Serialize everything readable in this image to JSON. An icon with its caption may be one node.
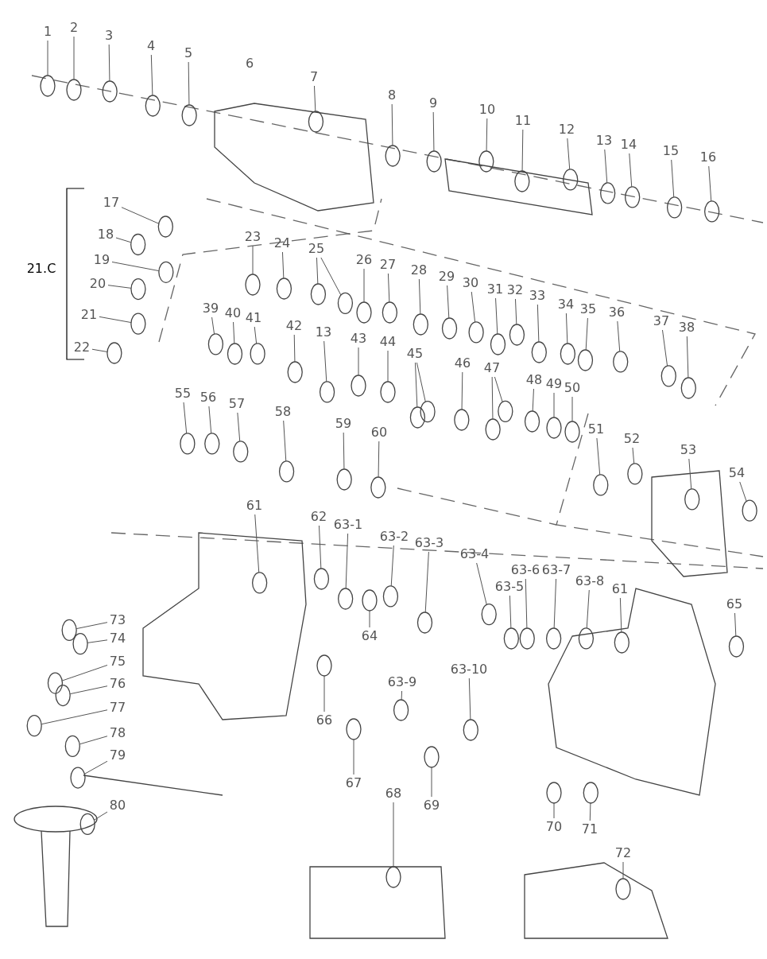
{
  "diagram": {
    "nodes": [
      {
        "text": [
          "1"
        ]
      },
      {
        "text": [
          "2"
        ]
      },
      {
        "text": [
          "3"
        ]
      },
      {
        "text": [
          "4"
        ]
      },
      {
        "text": [
          "5"
        ]
      },
      {
        "text": [
          "7"
        ]
      },
      {
        "text": [
          "8"
        ]
      },
      {
        "text": [
          "9"
        ]
      },
      {
        "text": [
          "10"
        ]
      },
      {
        "text": [
          "11"
        ]
      },
      {
        "text": [
          "12"
        ]
      },
      {
        "text": [
          "13"
        ]
      },
      {
        "text": [
          "14"
        ]
      },
      {
        "text": [
          "15"
        ]
      },
      {
        "text": [
          "16"
        ]
      },
      {
        "text": [
          "17"
        ]
      },
      {
        "text": [
          "18"
        ]
      },
      {
        "text": [
          "19"
        ]
      },
      {
        "text": [
          "20"
        ]
      },
      {
        "text": [
          "21"
        ]
      },
      {
        "text": [
          "22"
        ]
      },
      {
        "text": [
          "23"
        ]
      },
      {
        "text": [
          "24"
        ]
      },
      {
        "text": [
          "25"
        ]
      },
      {
        "text": [
          "26"
        ]
      },
      {
        "text": [
          "27"
        ]
      },
      {
        "text": [
          "28"
        ]
      },
      {
        "text": [
          "29"
        ]
      },
      {
        "text": [
          "30"
        ]
      },
      {
        "text": [
          "31"
        ]
      },
      {
        "text": [
          "32"
        ]
      },
      {
        "text": [
          "33"
        ]
      },
      {
        "text": [
          "34"
        ]
      },
      {
        "text": [
          "35"
        ]
      },
      {
        "text": [
          "36"
        ]
      },
      {
        "text": [
          "37"
        ]
      },
      {
        "text": [
          "38"
        ]
      },
      {
        "text": [
          "39"
        ]
      },
      {
        "text": [
          "40"
        ]
      },
      {
        "text": [
          "41"
        ]
      },
      {
        "text": [
          "42"
        ]
      },
      {
        "text": [
          "13"
        ]
      },
      {
        "text": [
          "43"
        ]
      },
      {
        "text": [
          "44"
        ]
      },
      {
        "text": [
          "45"
        ]
      },
      {
        "text": [
          "46"
        ]
      },
      {
        "text": [
          "47"
        ]
      },
      {
        "text": [
          "48"
        ]
      },
      {
        "text": [
          "49"
        ]
      },
      {
        "text": [
          "50"
        ]
      },
      {
        "text": [
          "51"
        ]
      },
      {
        "text": [
          "52"
        ]
      },
      {
        "text": [
          "53"
        ]
      },
      {
        "text": [
          "54"
        ]
      },
      {
        "text": [
          "55"
        ]
      },
      {
        "text": [
          "56"
        ]
      },
      {
        "text": [
          "57"
        ]
      },
      {
        "text": [
          "58"
        ]
      },
      {
        "text": [
          "59"
        ]
      },
      {
        "text": [
          "60"
        ]
      },
      {
        "text": [
          "61"
        ]
      },
      {
        "text": [
          "62"
        ]
      },
      {
        "text": [
          "63-1"
        ]
      },
      {
        "text": [
          "63-2"
        ]
      },
      {
        "text": [
          "63-3"
        ]
      },
      {
        "text": [
          "63-4"
        ]
      },
      {
        "text": [
          "63-5"
        ]
      },
      {
        "text": [
          "63-6"
        ]
      },
      {
        "text": [
          "63-7"
        ]
      },
      {
        "text": [
          "63-8"
        ]
      },
      {
        "text": [
          "61"
        ]
      },
      {
        "text": [
          "65"
        ]
      },
      {
        "text": [
          "64"
        ]
      },
      {
        "text": [
          "63-9"
        ]
      },
      {
        "text": [
          "63-10"
        ]
      },
      {
        "text": [
          "66"
        ]
      },
      {
        "text": [
          "67"
        ]
      },
      {
        "text": [
          "68"
        ]
      },
      {
        "text": [
          "69"
        ]
      },
      {
        "text": [
          "70"
        ]
      },
      {
        "text": [
          "71"
        ]
      },
      {
        "text": [
          "72"
        ]
      },
      {
        "text": [
          "73"
        ]
      },
      {
        "text": [
          "74"
        ]
      },
      {
        "text": [
          "75"
        ]
      },
      {
        "text": [
          "76"
        ]
      },
      {
        "text": [
          "77"
        ]
      },
      {
        "text": [
          "78"
        ]
      },
      {
        "text": [
          "79"
        ]
      },
      {
        "text": [
          "80"
        ]
      },
      {
        "text": [],
        "shape": "circle"
      },
      {
        "text": [],
        "shape": "circle"
      },
      {
        "text": [],
        "shape": "circle"
      },
      {
        "text": [],
        "shape": "circle"
      },
      {
        "text": [],
        "shape": "circle"
      },
      {
        "text": [],
        "shape": "circle"
      },
      {
        "text": [],
        "shape": "circle"
      },
      {
        "text": [],
        "shape": "circle"
      },
      {
        "text": [],
        "shape": "circle"
      },
      {
        "text": [],
        "shape": "circle"
      },
      {
        "text": [],
        "shape": "circle"
      },
      {
        "text": [],
        "shape": "circle"
      },
      {
        "text": [],
        "shape": "circle"
      },
      {
        "text": [],
        "shape": "circle"
      },
      {
        "text": [],
        "shape": "circle"
      },
      {
        "text": [],
        "shape": "circle"
      },
      {
        "text": [],
        "shape": "circle"
      },
      {
        "text": [],
        "shape": "circle"
      },
      {
        "text": [],
        "shape": "circle"
      },
      {
        "text": [],
        "shape": "circle"
      },
      {
        "text": [],
        "shape": "circle"
      },
      {
        "text": [],
        "shape": "circle"
      },
      {
        "text": [],
        "shape": "circle"
      },
      {
        "text": [],
        "shape": "circle"
      },
      {
        "text": [],
        "shape": "circle"
      },
      {
        "text": [],
        "shape": "circle"
      },
      {
        "text": [],
        "shape": "circle"
      },
      {
        "text": [],
        "shape": "circle"
      },
      {
        "text": [],
        "shape": "circle"
      },
      {
        "text": [],
        "shape": "circle"
      },
      {
        "text": [],
        "shape": "circle"
      },
      {
        "text": [],
        "shape": "circle"
      },
      {
        "text": [],
        "shape": "circle"
      },
      {
        "text": [],
        "shape": "circle"
      },
      {
        "text": [],
        "shape": "circle"
      },
      {
        "text": [],
        "shape": "circle"
      },
      {
        "text": [],
        "shape": "circle"
      },
      {
        "text": [],
        "shape": "circle"
      },
      {
        "text": [],
        "shape": "circle"
      },
      {
        "text": [],
        "shape": "circle"
      },
      {
        "text": [],
        "shape": "circle"
      },
      {
        "text": [],
        "shape": "circle"
      },
      {
        "text": [],
        "shape": "circle"
      },
      {
        "text": [],
        "shape": "circle"
      },
      {
        "text": [],
        "shape": "circle"
      },
      {
        "text": [],
        "shape": "circle"
      },
      {
        "text": [],
        "shape": "circle"
      },
      {
        "text": [],
        "shape": "circle"
      },
      {
        "text": [],
        "shape": "circle"
      },
      {
        "text": [],
        "shape": "circle"
      },
      {
        "text": [],
        "shape": "circle"
      },
      {
        "text": [],
        "shape": "circle"
      },
      {
        "text": [],
        "shape": "circle"
      },
      {
        "text": [],
        "shape": "circle"
      },
      {
        "text": [],
        "shape": "circle"
      },
      {
        "text": [],
        "shape": "circle"
      },
      {
        "text": [],
        "shape": "circle"
      },
      {
        "text": [],
        "shape": "circle"
      },
      {
        "text": [],
        "shape": "circle"
      },
      {
        "text": [],
        "shape": "circle"
      },
      {
        "text": [],
        "shape": "circle"
      },
      {
        "text": [],
        "shape": "circle"
      },
      {
        "text": [],
        "shape": "circle"
      },
      {
        "text": [],
        "shape": "circle"
      },
      {
        "text": [],
        "shape": "circle"
      },
      {
        "text": [],
        "shape": "circle"
      },
      {
        "text": [],
        "shape": "circle"
      },
      {
        "text": [],
        "shape": "circle"
      },
      {
        "text": [],
        "shape": "circle"
      },
      {
        "text": [],
        "shape": "circle"
      },
      {
        "text": [],
        "shape": "circle"
      },
      {
        "text": [],
        "shape": "circle"
      },
      {
        "text": [],
        "shape": "circle"
      },
      {
        "text": [],
        "shape": "circle"
      },
      {
        "text": [],
        "shape": "circle"
      },
      {
        "text": [],
        "shape": "circle"
      },
      {
        "text": [],
        "shape": "circle"
      },
      {
        "text": [],
        "shape": "circle"
      },
      {
        "text": [],
        "shape": "circle"
      },
      {
        "text": [],
        "shape": "circle"
      },
      {
        "text": [],
        "shape": "circle"
      },
      {
        "text": [],
        "shape": "circle"
      },
      {
        "text": [],
        "shape": "circle"
      },
      {
        "text": [],
        "shape": "circle"
      },
      {
        "text": [],
        "shape": "circle"
      },
      {
        "text": [],
        "shape": "circle"
      },
      {
        "text": [],
        "shape": "circle"
      },
      {
        "text": [],
        "shape": "circle"
      },
      {
        "text": [],
        "shape": "circle"
      },
      {
        "text": [],
        "shape": "circle"
      },
      {
        "text": [],
        "shape": "circle"
      },
      {
        "text": [],
        "shape": "circle"
      },
      {
        "text": [],
        "shape": "circle"
      }
    ],
    "edges": [
      {
        "from": 0,
        "to": 90,
        "arrow": "none"
      },
      {
        "from": 1,
        "to": 91,
        "arrow": "none"
      },
      {
        "from": 2,
        "to": 92,
        "arrow": "none"
      },
      {
        "from": 3,
        "to": 93,
        "arrow": "none"
      },
      {
        "from": 4,
        "to": 94,
        "arrow": "none"
      },
      {
        "from": 5,
        "to": 95,
        "arrow": "none"
      },
      {
        "from": 6,
        "to": 96,
        "arrow": "none"
      },
      {
        "from": 7,
        "to": 97,
        "arrow": "none"
      },
      {
        "from": 8,
        "to": 98,
        "arrow": "none"
      },
      {
        "from": 9,
        "to": 99,
        "arrow": "none"
      },
      {
        "from": 10,
        "to": 100,
        "arrow": "none"
      },
      {
        "from": 11,
        "to": 101,
        "arrow": "none"
      },
      {
        "from": 12,
        "to": 102,
        "arrow": "none"
      },
      {
        "from": 13,
        "to": 103,
        "arrow": "none"
      },
      {
        "from": 14,
        "to": 104,
        "arrow": "none"
      },
      {
        "from": 15,
        "to": 105,
        "arrow": "none"
      },
      {
        "from": 16,
        "to": 106,
        "arrow": "none"
      },
      {
        "from": 17,
        "to": 107,
        "arrow": "none"
      },
      {
        "from": 18,
        "to": 108,
        "arrow": "none"
      },
      {
        "from": 19,
        "to": 109,
        "arrow": "none"
      },
      {
        "from": 20,
        "to": 110,
        "arrow": "none"
      },
      {
        "from": 21,
        "to": 111,
        "arrow": "none"
      },
      {
        "from": 22,
        "to": 112,
        "arrow": "none"
      },
      {
        "from": 23,
        "to": 113,
        "arrow": "none"
      },
      {
        "from": 23,
        "to": 114,
        "arrow": "none"
      },
      {
        "from": 24,
        "to": 115,
        "arrow": "none"
      },
      {
        "from": 25,
        "to": 116,
        "arrow": "none"
      },
      {
        "from": 26,
        "to": 117,
        "arrow": "none"
      },
      {
        "from": 27,
        "to": 118,
        "arrow": "none"
      },
      {
        "from": 28,
        "to": 119,
        "arrow": "none"
      },
      {
        "from": 29,
        "to": 120,
        "arrow": "none"
      },
      {
        "from": 30,
        "to": 121,
        "arrow": "none"
      },
      {
        "from": 31,
        "to": 122,
        "arrow": "none"
      },
      {
        "from": 32,
        "to": 123,
        "arrow": "none"
      },
      {
        "from": 33,
        "to": 124,
        "arrow": "none"
      },
      {
        "from": 34,
        "to": 125,
        "arrow": "none"
      },
      {
        "from": 35,
        "to": 126,
        "arrow": "none"
      },
      {
        "from": 36,
        "to": 127,
        "arrow": "none"
      },
      {
        "from": 37,
        "to": 128,
        "arrow": "none"
      },
      {
        "from": 38,
        "to": 129,
        "arrow": "none"
      },
      {
        "from": 39,
        "to": 130,
        "arrow": "none"
      },
      {
        "from": 40,
        "to": 131,
        "arrow": "none"
      },
      {
        "from": 41,
        "to": 132,
        "arrow": "none"
      },
      {
        "from": 42,
        "to": 133,
        "arrow": "none"
      },
      {
        "from": 43,
        "to": 134,
        "arrow": "none"
      },
      {
        "from": 44,
        "to": 135,
        "arrow": "none"
      },
      {
        "from": 44,
        "to": 136,
        "arrow": "none"
      },
      {
        "from": 45,
        "to": 137,
        "arrow": "none"
      },
      {
        "from": 46,
        "to": 138,
        "arrow": "none"
      },
      {
        "from": 46,
        "to": 139,
        "arrow": "none"
      },
      {
        "from": 47,
        "to": 140,
        "arrow": "none"
      },
      {
        "from": 48,
        "to": 141,
        "arrow": "none"
      },
      {
        "from": 49,
        "to": 142,
        "arrow": "none"
      },
      {
        "from": 50,
        "to": 143,
        "arrow": "none"
      },
      {
        "from": 51,
        "to": 144,
        "arrow": "none"
      },
      {
        "from": 52,
        "to": 145,
        "arrow": "none"
      },
      {
        "from": 53,
        "to": 146,
        "arrow": "none"
      },
      {
        "from": 54,
        "to": 147,
        "arrow": "none"
      },
      {
        "from": 55,
        "to": 148,
        "arrow": "none"
      },
      {
        "from": 56,
        "to": 149,
        "arrow": "none"
      },
      {
        "from": 57,
        "to": 150,
        "arrow": "none"
      },
      {
        "from": 58,
        "to": 151,
        "arrow": "none"
      },
      {
        "from": 59,
        "to": 152,
        "arrow": "none"
      },
      {
        "from": 60,
        "to": 153,
        "arrow": "none"
      },
      {
        "from": 61,
        "to": 154,
        "arrow": "none"
      },
      {
        "from": 62,
        "to": 155,
        "arrow": "none"
      },
      {
        "from": 63,
        "to": 156,
        "arrow": "none"
      },
      {
        "from": 64,
        "to": 157,
        "arrow": "none"
      },
      {
        "from": 65,
        "to": 158,
        "arrow": "none"
      },
      {
        "from": 66,
        "to": 159,
        "arrow": "none"
      },
      {
        "from": 67,
        "to": 160,
        "arrow": "none"
      },
      {
        "from": 68,
        "to": 161,
        "arrow": "none"
      },
      {
        "from": 69,
        "to": 162,
        "arrow": "none"
      },
      {
        "from": 70,
        "to": 163,
        "arrow": "none"
      },
      {
        "from": 71,
        "to": 164,
        "arrow": "none"
      },
      {
        "from": 72,
        "to": 165,
        "arrow": "none"
      },
      {
        "from": 73,
        "to": 166,
        "arrow": "none"
      },
      {
        "from": 74,
        "to": 167,
        "arrow": "none"
      },
      {
        "from": 75,
        "to": 168,
        "arrow": "none"
      },
      {
        "from": 76,
        "to": 169,
        "arrow": "none"
      },
      {
        "from": 77,
        "to": 170,
        "arrow": "none"
      },
      {
        "from": 78,
        "to": 171,
        "arrow": "none"
      },
      {
        "from": 79,
        "to": 172,
        "arrow": "none"
      },
      {
        "from": 80,
        "to": 173,
        "arrow": "none"
      },
      {
        "from": 81,
        "to": 174,
        "arrow": "none"
      },
      {
        "from": 82,
        "to": 175,
        "arrow": "none"
      },
      {
        "from": 83,
        "to": 176,
        "arrow": "none"
      },
      {
        "from": 84,
        "to": 177,
        "arrow": "none"
      },
      {
        "from": 85,
        "to": 178,
        "arrow": "none"
      },
      {
        "from": 86,
        "to": 179,
        "arrow": "none"
      },
      {
        "from": 87,
        "to": 180,
        "arrow": "none"
      },
      {
        "from": 88,
        "to": 181,
        "arrow": "none"
      },
      {
        "from": 89,
        "to": 182,
        "arrow": "none"
      }
    ],
    "labels": [
      "6",
      "21.C"
    ]
  }
}
